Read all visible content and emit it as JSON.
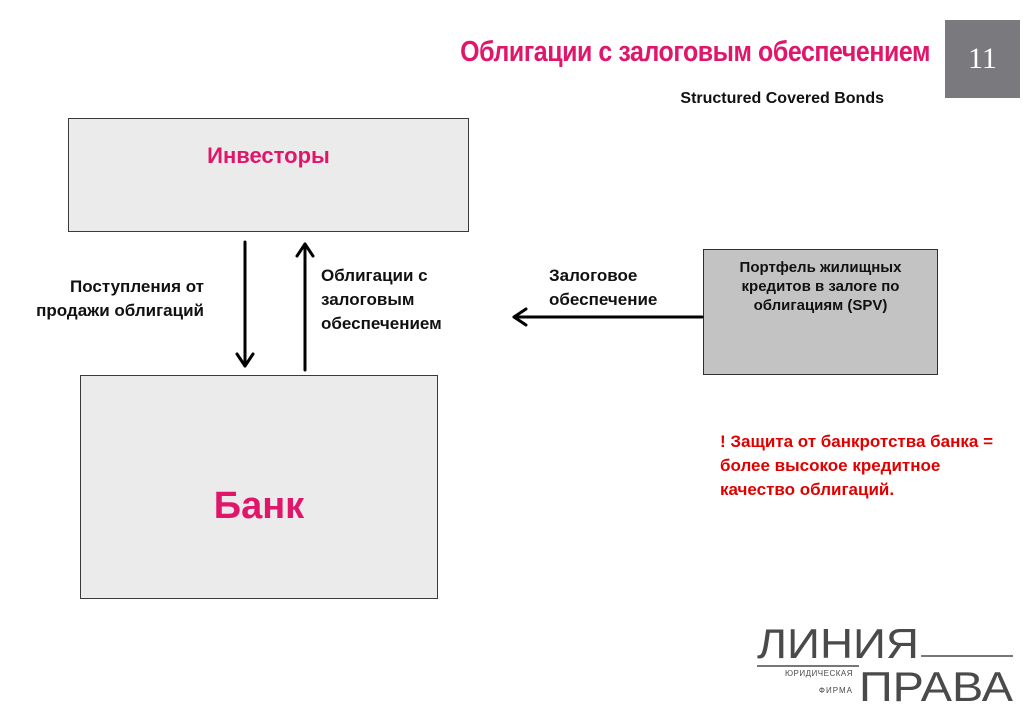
{
  "header": {
    "title": "Облигации с залоговым обеспечением",
    "subtitle": "Structured Covered Bonds",
    "page_number": "11"
  },
  "diagram": {
    "investors": "Инвесторы",
    "bank": "Банк",
    "portfolio": "Портфель жилищных кредитов в залоге по облигациям (SPV)",
    "proceeds_label": "Поступления от продажи облигаций",
    "bonds_label": "Облигации с залоговым обеспечением",
    "collateral_label": "Залоговое обеспечение"
  },
  "note": "! Защита от банкротства банка = более высокое кредитное качество облигаций.",
  "logo": {
    "word1": "ЛИНИЯ",
    "word2": "ПРАВА",
    "caption_line1": "ЮРИДИЧЕСКАЯ",
    "caption_line2": "ФИРМА"
  },
  "colors": {
    "accent": "#e0166b",
    "note": "#e00000",
    "page_badge": "#7a7a7e",
    "box_fill": "#ebebeb",
    "portfolio_fill": "#c3c3c3"
  }
}
